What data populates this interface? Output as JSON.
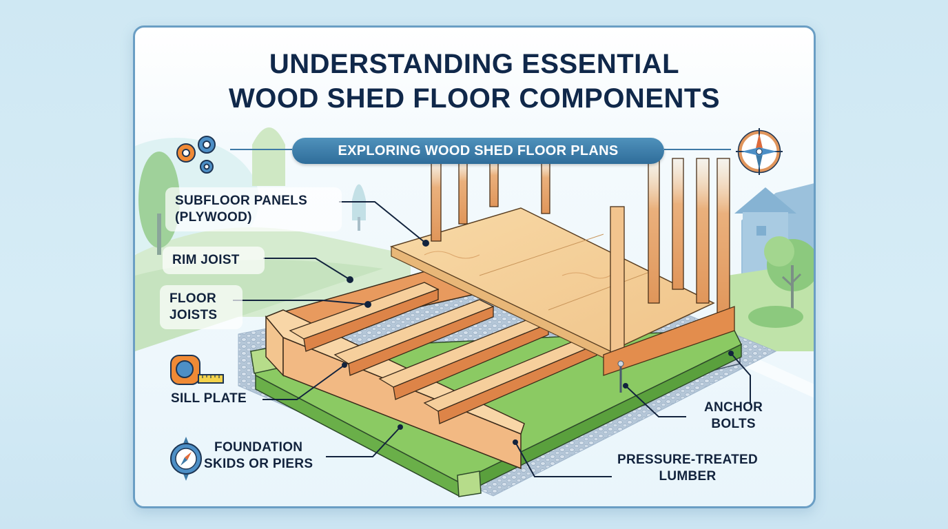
{
  "title": {
    "line1": "UNDERSTANDING ESSENTIAL",
    "line2": "WOOD SHED FLOOR COMPONENTS"
  },
  "subtitle": "EXPLORING WOOD SHED FLOOR PLANS",
  "labels": {
    "subfloor_line1": "SUBFLOOR PANELS",
    "subfloor_line2": "(PLYWOOD)",
    "rim_joist": "RIM JOIST",
    "floor_joists_line1": "FLOOR",
    "floor_joists_line2": "JOISTS",
    "sill_plate": "SILL PLATE",
    "foundation_line1": "FOUNDATION",
    "foundation_line2": "SKIDS OR PIERS",
    "anchor_line1": "ANCHOR",
    "anchor_line2": "BOLTS",
    "pressure_line1": "PRESSURE-TREATED",
    "pressure_line2": "LUMBER"
  },
  "icons": [
    "gears-icon",
    "compass-rose-icon",
    "tape-measure-icon",
    "compass-icon"
  ],
  "colors": {
    "title": "#10284a",
    "subtitle_bg": "#3a7aa6",
    "border": "#6a9ec4",
    "wood_light": "#f3c98a",
    "wood_orange": "#e28a4c",
    "treated_green": "#7cbf5a",
    "gravel": "#a9bfd3"
  }
}
